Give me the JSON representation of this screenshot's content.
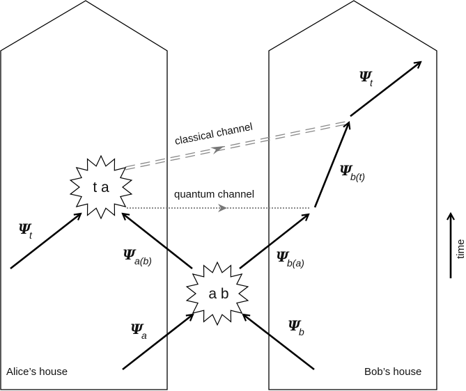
{
  "houses": {
    "alice": "Alice’s house",
    "bob": "Bob’s house"
  },
  "nodes": {
    "ta": "t a",
    "ab": "a b"
  },
  "channels": {
    "classical": "classical channel",
    "quantum": "quantum channel"
  },
  "states": {
    "psi_symbol": "Ψ",
    "t_left": "t",
    "a_of_b": "a(b)",
    "a": "a",
    "b_of_a": "b(a)",
    "b": "b",
    "b_of_t": "b(t)",
    "t_right": "t"
  },
  "axis": {
    "time": "time"
  },
  "colors": {
    "ink": "#000000",
    "channel": "#777777"
  }
}
